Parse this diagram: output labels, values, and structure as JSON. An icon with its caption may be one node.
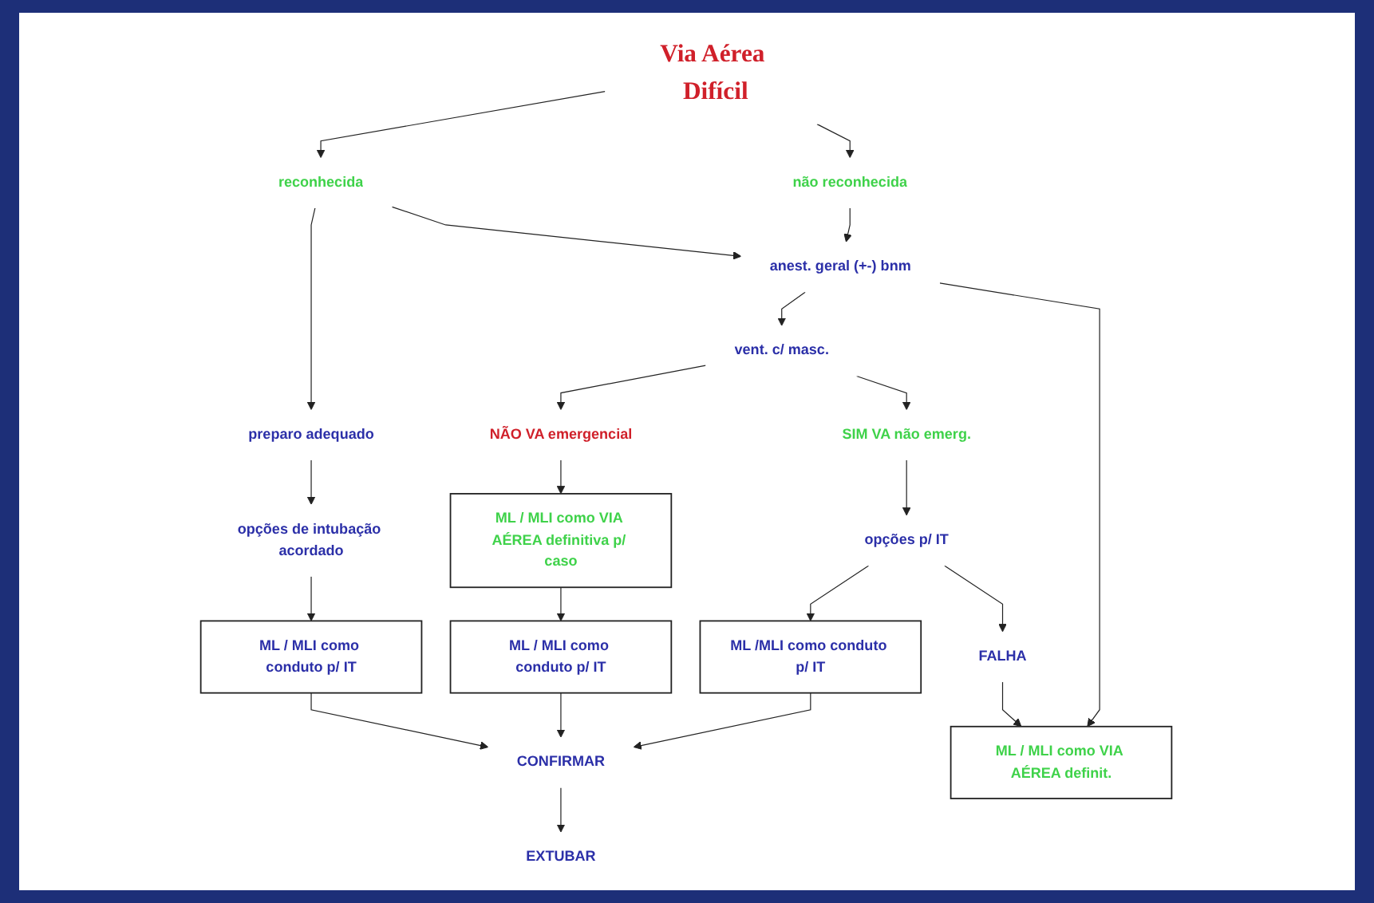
{
  "diagram": {
    "nodes": [
      {
        "text": [
          "Via Aérea Difícil"
        ]
      },
      {
        "text": [
          "reconhecida"
        ]
      },
      {
        "text": [
          "não reconhecida"
        ]
      },
      {
        "text": [
          "preparo adequado"
        ]
      },
      {
        "text": [
          "anest. geral (+-) bnm"
        ]
      },
      {
        "text": [
          "opções de intubação acordado"
        ]
      },
      {
        "text": [
          "vent. c/ masc."
        ]
      },
      {
        "text": [
          "NÃO VA emergencial"
        ]
      },
      {
        "text": [
          "ML / MLI como VIA AÉREA definitiva p/ caso"
        ]
      },
      {
        "text": [
          "ML / MLI como conduto p/ IT"
        ]
      },
      {
        "text": [
          "SIM VA não emerg."
        ]
      },
      {
        "text": [
          "opções p/ IT"
        ]
      },
      {
        "text": [
          "ML /MLI como conduto p/ IT"
        ]
      },
      {
        "text": [
          "ML / MLI como conduto p/ IT"
        ]
      },
      {
        "text": [
          "FALHA"
        ]
      },
      {
        "text": [
          "ML / MLI como VIA AÉREA definit."
        ]
      },
      {
        "text": [
          "CONFIRMAR"
        ]
      },
      {
        "text": [
          "EXTUBAR"
        ]
      }
    ],
    "edges": [
      {
        "from": 0,
        "to": 1,
        "arrow": "to"
      },
      {
        "from": 0,
        "to": 2,
        "arrow": "to"
      },
      {
        "from": 1,
        "to": 3,
        "arrow": "to"
      },
      {
        "from": 1,
        "to": 4,
        "arrow": "to"
      },
      {
        "from": 2,
        "to": 4,
        "arrow": "to"
      },
      {
        "from": 3,
        "to": 5,
        "arrow": "to"
      },
      {
        "from": 4,
        "to": 6,
        "arrow": "to"
      },
      {
        "from": 4,
        "to": 15,
        "arrow": "to"
      },
      {
        "from": 5,
        "to": 9,
        "arrow": "to"
      },
      {
        "from": 6,
        "to": 7,
        "arrow": "to"
      },
      {
        "from": 6,
        "to": 10,
        "arrow": "to"
      },
      {
        "from": 7,
        "to": 8,
        "arrow": "to"
      },
      {
        "from": 8,
        "to": 13,
        "arrow": "to"
      },
      {
        "from": 10,
        "to": 11,
        "arrow": "to"
      },
      {
        "from": 11,
        "to": 12,
        "arrow": "to"
      },
      {
        "from": 11,
        "to": 14,
        "arrow": "to"
      },
      {
        "from": 14,
        "to": 15,
        "arrow": "to"
      },
      {
        "from": 12,
        "to": 16,
        "arrow": "to"
      },
      {
        "from": 13,
        "to": 16,
        "arrow": "to"
      },
      {
        "from": 9,
        "to": 16,
        "arrow": "to"
      },
      {
        "from": 16,
        "to": 17,
        "arrow": "to"
      }
    ]
  }
}
